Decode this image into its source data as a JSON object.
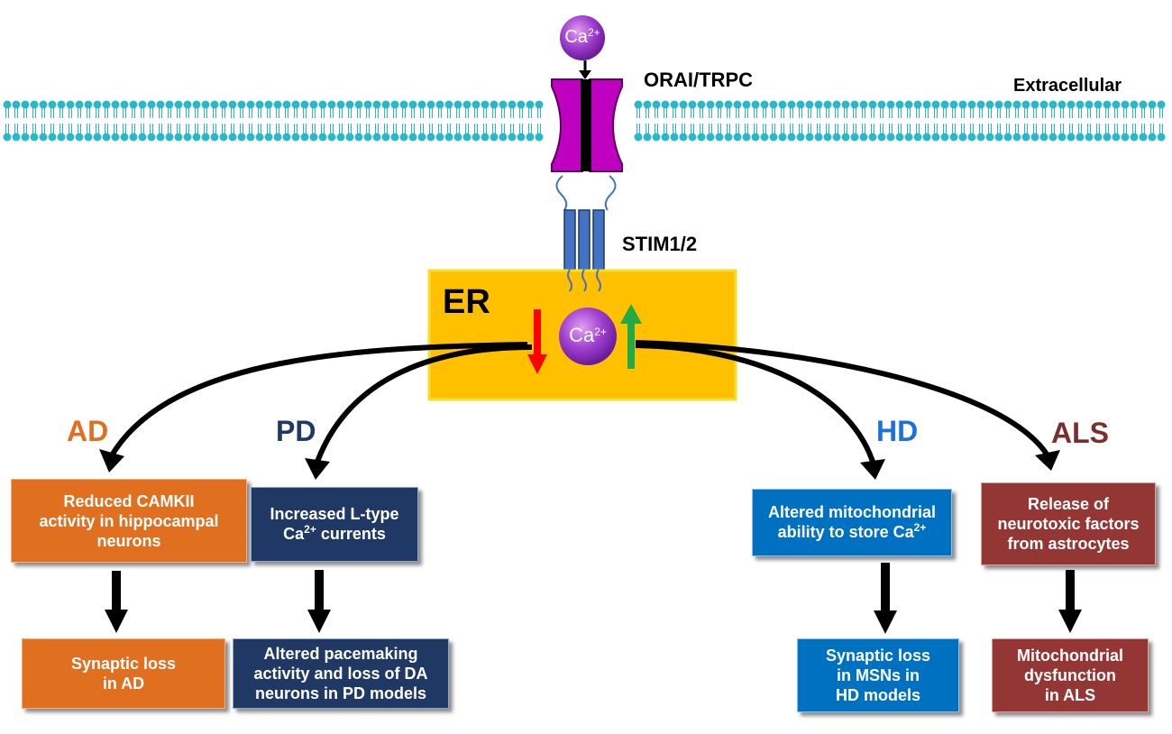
{
  "labels": {
    "extracellular": "Extracellular",
    "channel": "ORAI/TRPC",
    "stim": "STIM1/2",
    "er": "ER",
    "ion_base": "Ca",
    "ion_charge": "2+"
  },
  "diseases": [
    {
      "key": "ad",
      "name": "AD",
      "color": "#E07020",
      "effect_lines": [
        "Reduced CAMKII",
        "activity in hippocampal",
        "neurons"
      ],
      "outcome_lines": [
        "Synaptic loss",
        "in AD"
      ]
    },
    {
      "key": "pd",
      "name": "PD",
      "color": "#1F3864",
      "effect_lines": [
        "Increased L-type",
        "Ca{2+} currents"
      ],
      "outcome_lines": [
        "Altered pacemaking",
        "activity and loss of DA",
        "neurons in PD models"
      ]
    },
    {
      "key": "hd",
      "name": "HD",
      "color": "#0070C0",
      "effect_lines": [
        "Altered mitochondrial",
        "ability to store Ca{2+}"
      ],
      "outcome_lines": [
        "Synaptic loss",
        "in MSNs in",
        "HD models"
      ]
    },
    {
      "key": "als",
      "name": "ALS",
      "color": "#943634",
      "effect_lines": [
        "Release of",
        "neurotoxic factors",
        "from astrocytes"
      ],
      "outcome_lines": [
        "Mitochondrial",
        "dysfunction",
        "in ALS"
      ]
    }
  ],
  "colors": {
    "membrane": "#2AB8C8",
    "channel": "#C000C0",
    "er_fill": "#FFC000",
    "stim": "#4472C4",
    "ion": "#9933CC",
    "arrow_down": "#FF0000",
    "arrow_up": "#22AA44",
    "pd_label": "#1F3864",
    "hd_label": "#1E6FE0",
    "als_label": "#7B2E2E"
  }
}
